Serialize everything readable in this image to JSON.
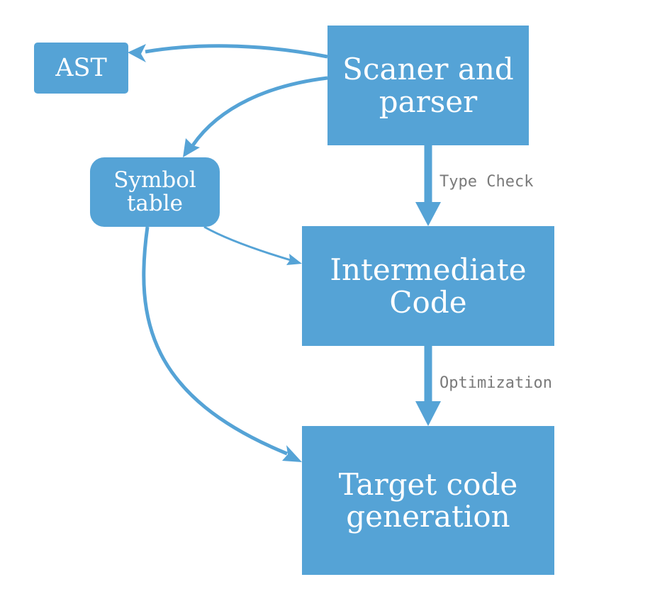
{
  "nodes": {
    "ast": {
      "label": "AST"
    },
    "scanner": {
      "line1": "Scaner and",
      "line2": "parser"
    },
    "symbol_table": {
      "line1": "Symbol",
      "line2": "table"
    },
    "intermediate": {
      "line1": "Intermediate",
      "line2": "Code"
    },
    "target": {
      "line1": "Target code",
      "line2": "generation"
    }
  },
  "edges": {
    "type_check": "Type Check",
    "optimization": "Optimization"
  },
  "colors": {
    "node_fill": "#55a3d6",
    "arrow": "#55a3d6",
    "node_text": "#ffffff",
    "edge_label": "#7a7a7a"
  }
}
